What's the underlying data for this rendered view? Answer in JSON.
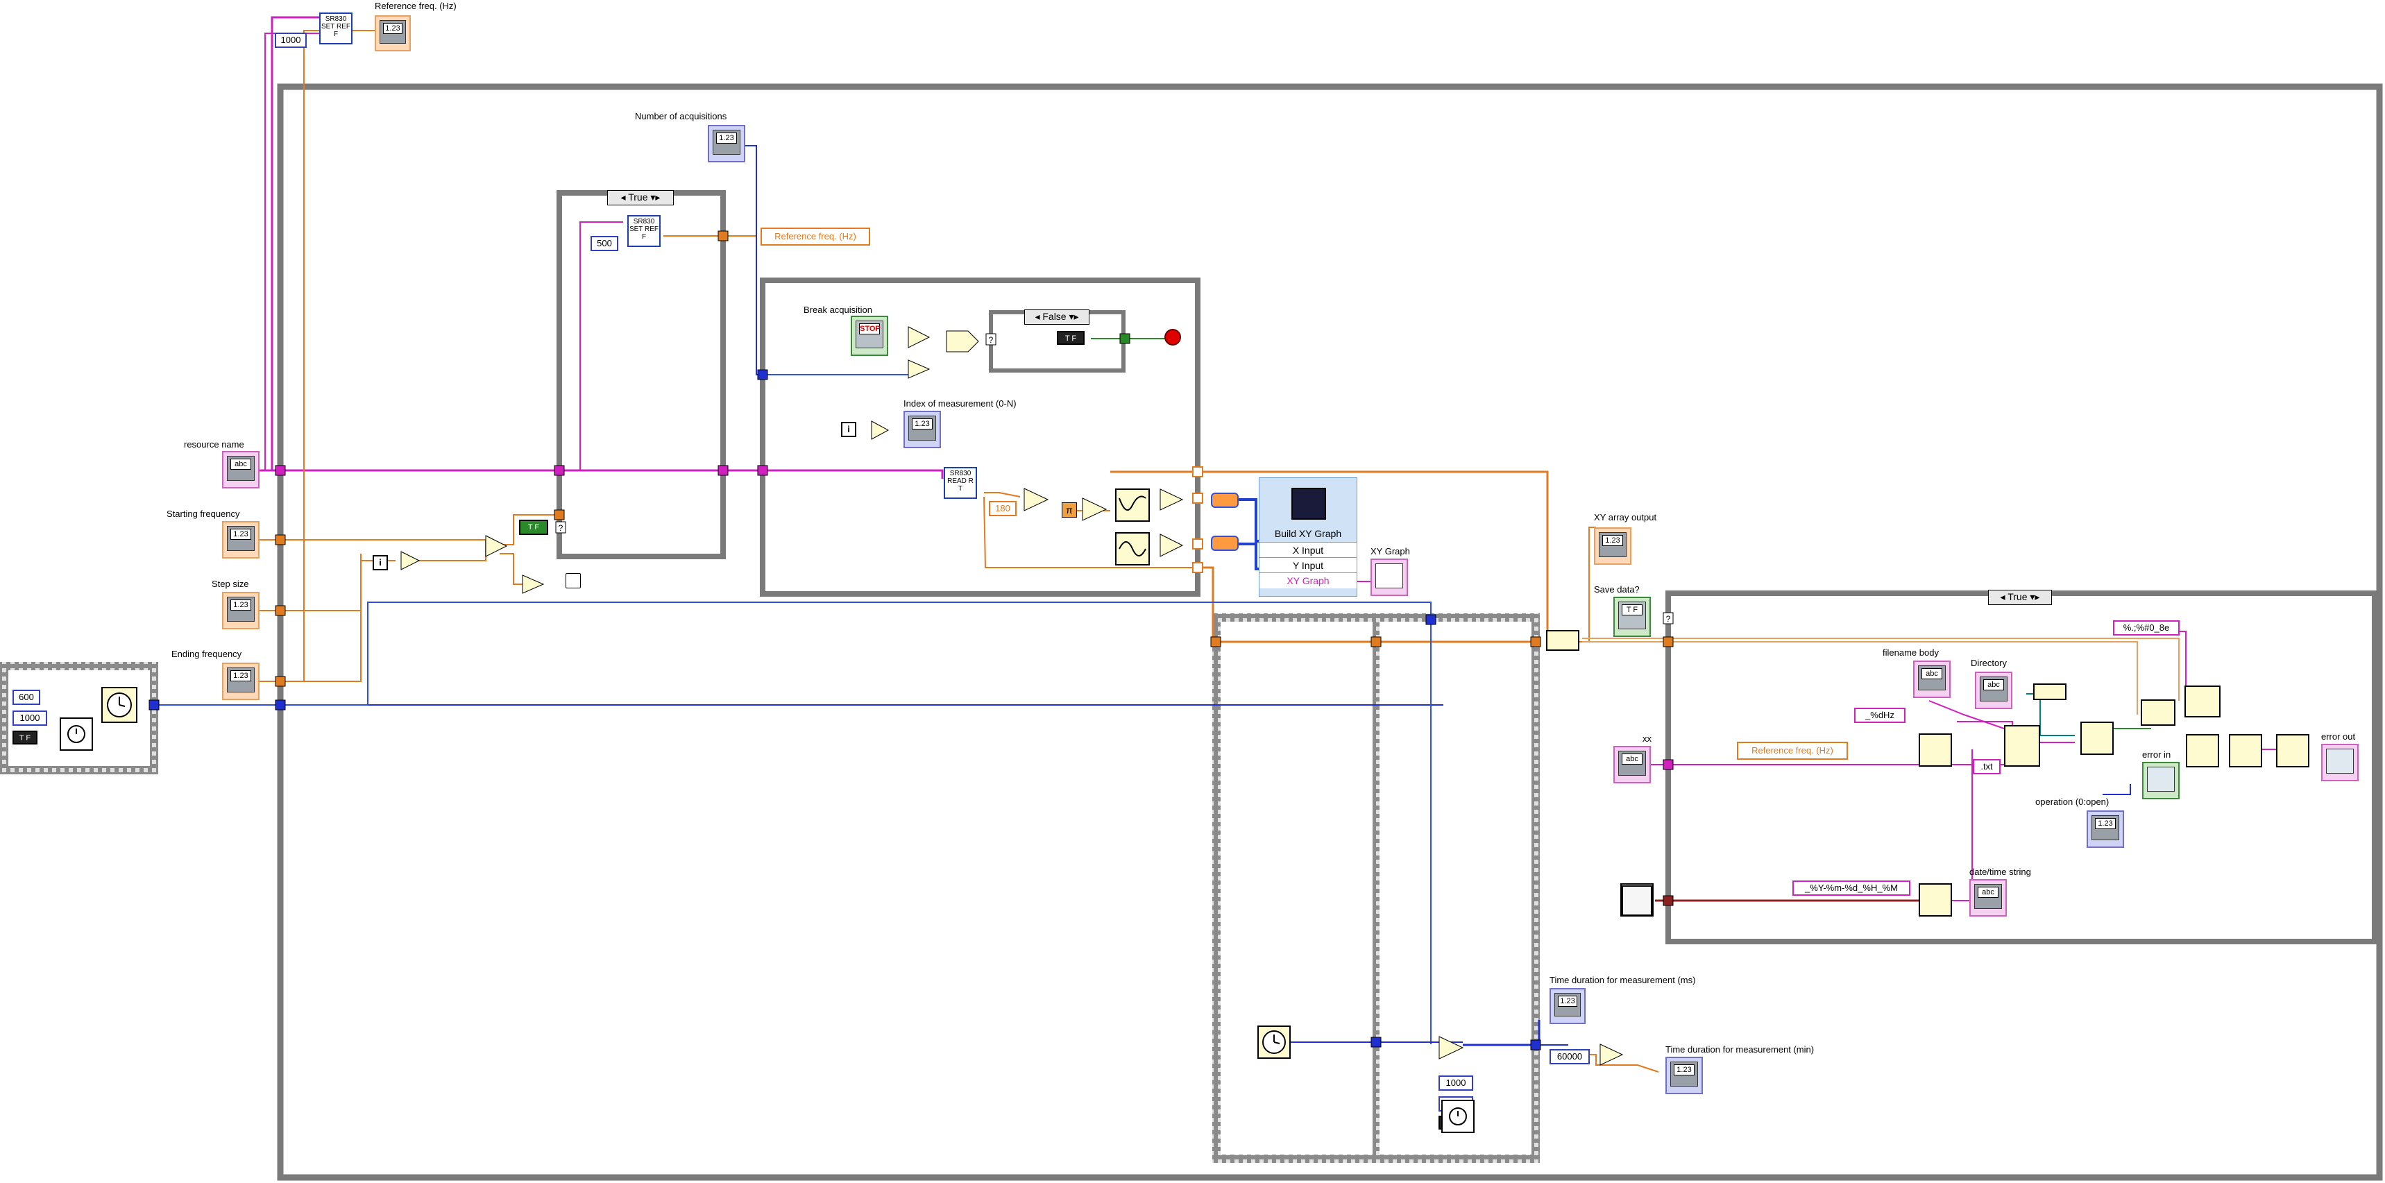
{
  "labels": {
    "ref_freq_top": "Reference freq. (Hz)",
    "number_of_acquisitions": "Number of acquisitions",
    "resource_name": "resource name",
    "starting_frequency": "Starting frequency",
    "step_size": "Step size",
    "ending_frequency": "Ending frequency",
    "break_acquisition": "Break acquisition",
    "index_of_measurement": "Index of measurement (0-N)",
    "xy_graph": "XY Graph",
    "xy_array_output": "XY array output",
    "save_data": "Save data?",
    "filename_body": "filename body",
    "directory": "Directory",
    "xx": "xx",
    "operation": "operation (0:open)",
    "error_in": "error in",
    "error_out": "error out",
    "date_time_string": "date/time string",
    "time_ms": "Time duration for measurement (ms)",
    "time_min": "Time duration for measurement (min)"
  },
  "local_vars": {
    "ref_freq_1": "Reference freq. (Hz)",
    "ref_freq_2": "Reference freq. (Hz)"
  },
  "constants": {
    "c1000_top": "1000",
    "c500": "500",
    "c600": "600",
    "c1000_left": "1000",
    "c180": "180",
    "c60000": "60000",
    "c1000_a": "1000",
    "c1000_b": "1000",
    "fmt_hz": "_%dHz",
    "fmt_txt": ".txt",
    "fmt_num": "%.;%#0_8e",
    "fmt_date": "_%Y-%m-%d_%H_%M"
  },
  "indicators": {
    "num123": "1.23",
    "abc": "abc",
    "stop": "STOP",
    "tf": "T F",
    "i": "i"
  },
  "case_selectors": {
    "case1": "True",
    "case2": "False",
    "case3": "True"
  },
  "subvis": {
    "sr_set_ref_top": "SR830 SET REF F",
    "sr_set_ref_inner": "SR830 SET REF F",
    "sr_read_rt": "SR830 READ R T"
  },
  "build_xy": {
    "title": "Build XY Graph",
    "x_input": "X Input",
    "y_input": "Y Input",
    "xy_graph": "XY Graph"
  },
  "icons": [
    "clock-icon",
    "wait-icon",
    "sine-icon",
    "cosine-icon",
    "graph-icon",
    "file-icon",
    "stop-icon"
  ],
  "colors": {
    "wire_pink": "#d020c0",
    "wire_orange": "#e07b20",
    "wire_blue": "#2030d0",
    "wire_green": "#2a8a2a",
    "frame_gray": "#7a7a7a",
    "stop_led": "#e00000"
  }
}
